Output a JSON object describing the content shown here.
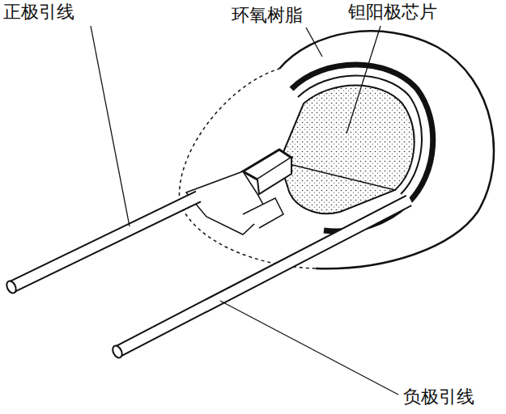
{
  "diagram": {
    "labels": [
      "正极引线",
      "环氧树脂",
      "钽阳极芯片",
      "负极引线"
    ]
  }
}
